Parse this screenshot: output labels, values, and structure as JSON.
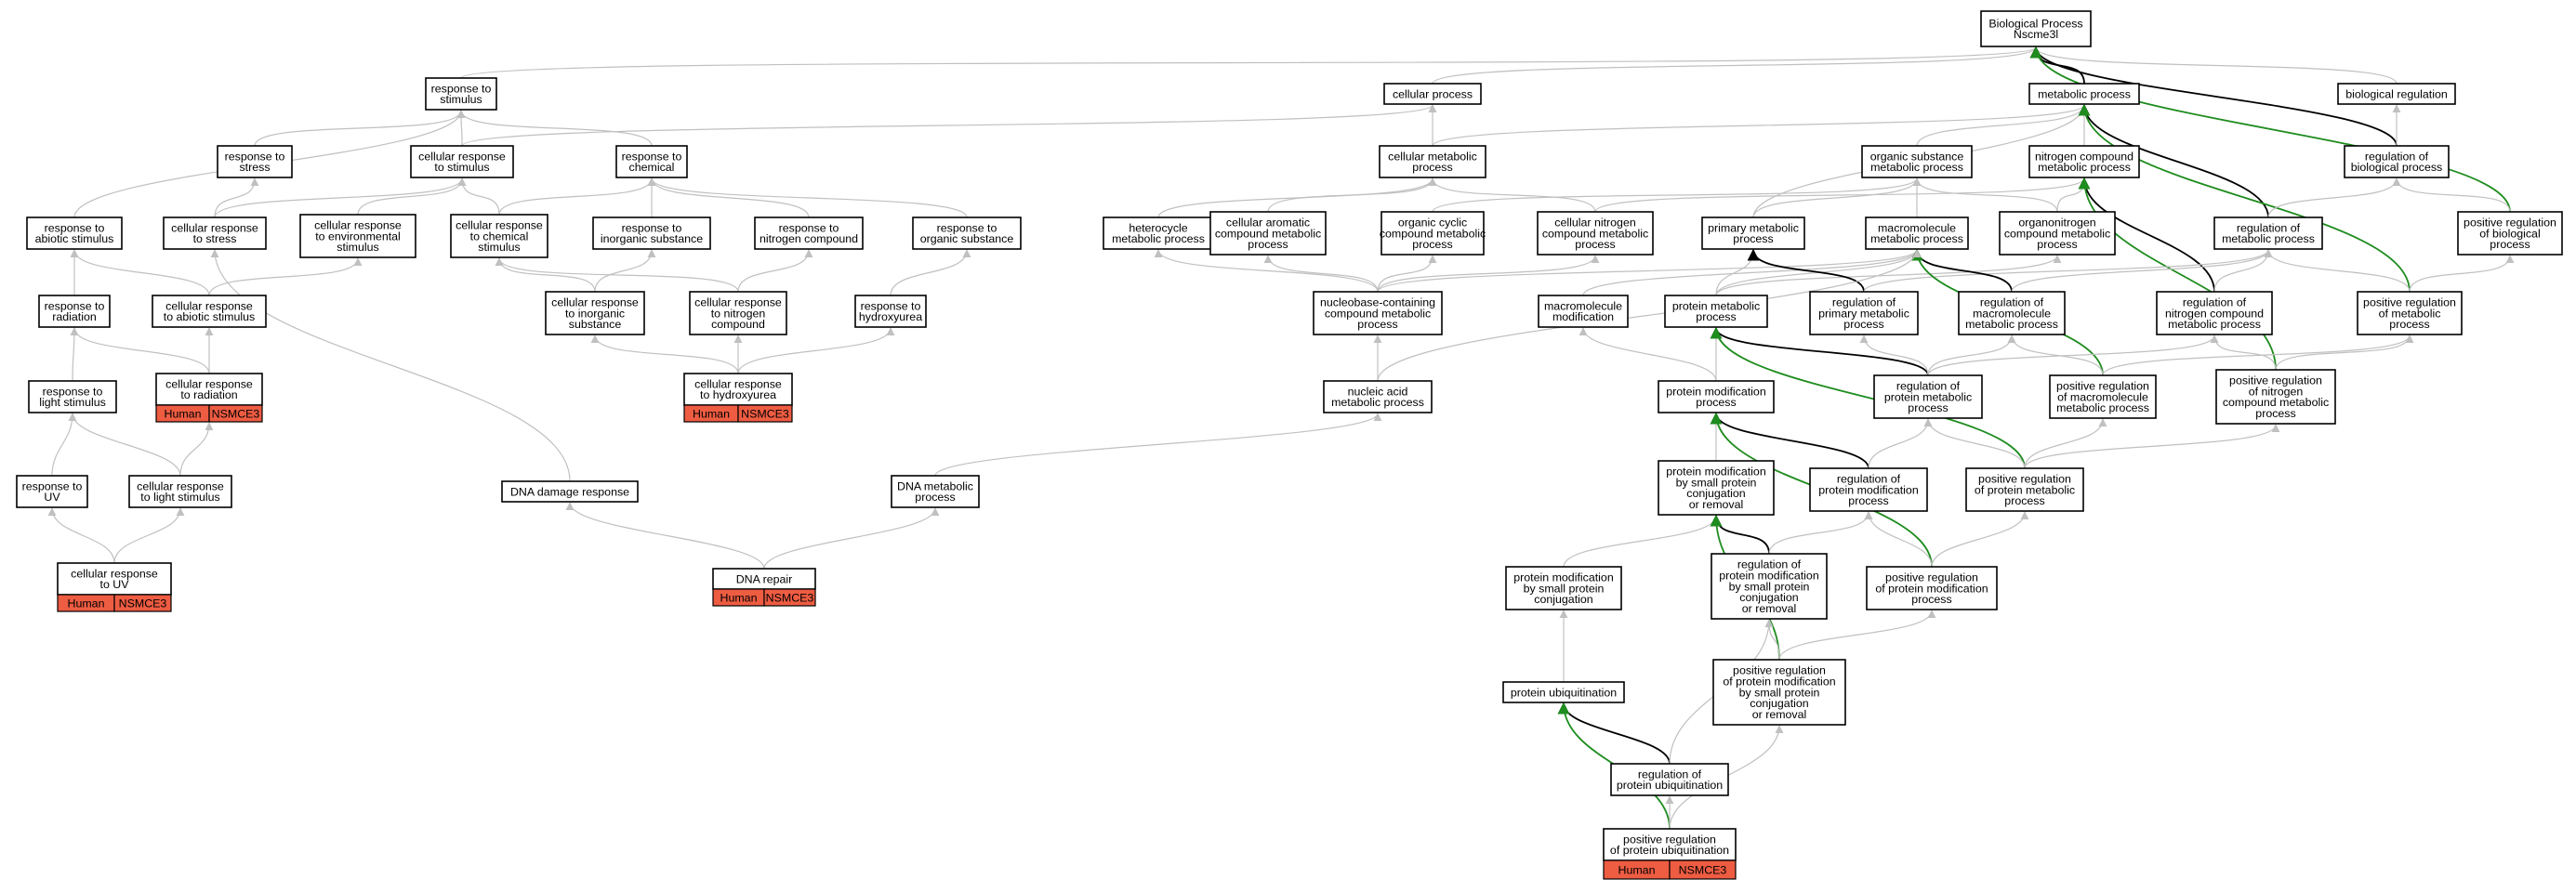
{
  "colors": {
    "edge_gray": "#c0c0c0",
    "edge_black": "#000000",
    "edge_green": "#1e8c1e",
    "badge_fill": "#ee5c42"
  },
  "nodes": [
    {
      "id": "bp",
      "lines": [
        "Biological Process",
        "Nscme3l"
      ]
    },
    {
      "id": "resp_stim",
      "lines": [
        "response to",
        "stimulus"
      ]
    },
    {
      "id": "cell_proc",
      "lines": [
        "cellular process"
      ]
    },
    {
      "id": "met_proc",
      "lines": [
        "metabolic process"
      ]
    },
    {
      "id": "bio_reg",
      "lines": [
        "biological regulation"
      ]
    },
    {
      "id": "resp_stress",
      "lines": [
        "response to",
        "stress"
      ]
    },
    {
      "id": "cell_resp_stim",
      "lines": [
        "cellular response",
        "to stimulus"
      ]
    },
    {
      "id": "resp_chem",
      "lines": [
        "response to",
        "chemical"
      ]
    },
    {
      "id": "cell_met",
      "lines": [
        "cellular metabolic",
        "process"
      ]
    },
    {
      "id": "org_sub",
      "lines": [
        "organic substance",
        "metabolic process"
      ]
    },
    {
      "id": "nitro_met",
      "lines": [
        "nitrogen compound",
        "metabolic process"
      ]
    },
    {
      "id": "reg_bio",
      "lines": [
        "regulation of",
        "biological process"
      ]
    },
    {
      "id": "resp_abiotic",
      "lines": [
        "response to",
        "abiotic stimulus"
      ]
    },
    {
      "id": "cell_resp_stress",
      "lines": [
        "cellular response",
        "to stress"
      ]
    },
    {
      "id": "cell_resp_env",
      "lines": [
        "cellular response",
        "to environmental",
        "stimulus"
      ]
    },
    {
      "id": "cell_resp_chem",
      "lines": [
        "cellular response",
        "to chemical",
        "stimulus"
      ]
    },
    {
      "id": "resp_inorg",
      "lines": [
        "response to",
        "inorganic substance"
      ]
    },
    {
      "id": "resp_nitro",
      "lines": [
        "response to",
        "nitrogen compound"
      ]
    },
    {
      "id": "resp_org",
      "lines": [
        "response to",
        "organic substance"
      ]
    },
    {
      "id": "hetero",
      "lines": [
        "heterocycle",
        "metabolic process"
      ]
    },
    {
      "id": "cell_arom",
      "lines": [
        "cellular aromatic",
        "compound metabolic",
        "process"
      ]
    },
    {
      "id": "org_cyc",
      "lines": [
        "organic cyclic",
        "compound metabolic",
        "process"
      ]
    },
    {
      "id": "cell_nitro",
      "lines": [
        "cellular nitrogen",
        "compound metabolic",
        "process"
      ]
    },
    {
      "id": "prim_met",
      "lines": [
        "primary metabolic",
        "process"
      ]
    },
    {
      "id": "macro_met",
      "lines": [
        "macromolecule",
        "metabolic process"
      ]
    },
    {
      "id": "organonit",
      "lines": [
        "organonitrogen",
        "compound metabolic",
        "process"
      ]
    },
    {
      "id": "reg_met",
      "lines": [
        "regulation of",
        "metabolic process"
      ]
    },
    {
      "id": "pos_reg_bio",
      "lines": [
        "positive regulation",
        "of biological",
        "process"
      ]
    },
    {
      "id": "resp_rad",
      "lines": [
        "response to",
        "radiation"
      ]
    },
    {
      "id": "cell_resp_abiotic",
      "lines": [
        "cellular response",
        "to abiotic stimulus"
      ]
    },
    {
      "id": "cell_resp_inorg",
      "lines": [
        "cellular response",
        "to inorganic",
        "substance"
      ]
    },
    {
      "id": "cell_resp_nitro",
      "lines": [
        "cellular response",
        "to nitrogen",
        "compound"
      ]
    },
    {
      "id": "resp_hu",
      "lines": [
        "response to",
        "hydroxyurea"
      ]
    },
    {
      "id": "nucleobase",
      "lines": [
        "nucleobase-containing",
        "compound metabolic",
        "process"
      ]
    },
    {
      "id": "macro_mod",
      "lines": [
        "macromolecule",
        "modification"
      ]
    },
    {
      "id": "prot_met",
      "lines": [
        "protein metabolic",
        "process"
      ]
    },
    {
      "id": "reg_prim",
      "lines": [
        "regulation of",
        "primary metabolic",
        "process"
      ]
    },
    {
      "id": "reg_macro",
      "lines": [
        "regulation of",
        "macromolecule",
        "metabolic process"
      ]
    },
    {
      "id": "reg_nitro",
      "lines": [
        "regulation of",
        "nitrogen compound",
        "metabolic process"
      ]
    },
    {
      "id": "pos_reg_met",
      "lines": [
        "positive regulation",
        "of metabolic",
        "process"
      ]
    },
    {
      "id": "resp_light",
      "lines": [
        "response to",
        "light stimulus"
      ]
    },
    {
      "id": "cell_resp_rad",
      "lines": [
        "cellular response",
        "to radiation"
      ],
      "badge": [
        "Human",
        "NSMCE3"
      ]
    },
    {
      "id": "cell_resp_hu",
      "lines": [
        "cellular response",
        "to hydroxyurea"
      ],
      "badge": [
        "Human",
        "NSMCE3"
      ]
    },
    {
      "id": "nucleic",
      "lines": [
        "nucleic acid",
        "metabolic process"
      ]
    },
    {
      "id": "prot_mod",
      "lines": [
        "protein modification",
        "process"
      ]
    },
    {
      "id": "reg_prot_met",
      "lines": [
        "regulation of",
        "protein metabolic",
        "process"
      ]
    },
    {
      "id": "pos_reg_macro",
      "lines": [
        "positive regulation",
        "of macromolecule",
        "metabolic process"
      ]
    },
    {
      "id": "pos_reg_nitro",
      "lines": [
        "positive regulation",
        "of nitrogen",
        "compound metabolic",
        "process"
      ]
    },
    {
      "id": "resp_uv",
      "lines": [
        "response to",
        "UV"
      ]
    },
    {
      "id": "cell_resp_light",
      "lines": [
        "cellular response",
        "to light stimulus"
      ]
    },
    {
      "id": "dna_damage",
      "lines": [
        "DNA damage response"
      ]
    },
    {
      "id": "dna_met",
      "lines": [
        "DNA metabolic",
        "process"
      ]
    },
    {
      "id": "prot_mod_small",
      "lines": [
        "protein modification",
        "by small protein",
        "conjugation",
        "or removal"
      ]
    },
    {
      "id": "reg_prot_mod",
      "lines": [
        "regulation of",
        "protein modification",
        "process"
      ]
    },
    {
      "id": "pos_reg_prot_met",
      "lines": [
        "positive regulation",
        "of protein metabolic",
        "process"
      ]
    },
    {
      "id": "cell_resp_uv",
      "lines": [
        "cellular response",
        "to UV"
      ],
      "badge": [
        "Human",
        "NSMCE3"
      ]
    },
    {
      "id": "dna_repair",
      "lines": [
        "DNA repair"
      ],
      "badge": [
        "Human",
        "NSMCE3"
      ]
    },
    {
      "id": "prot_mod_conj",
      "lines": [
        "protein modification",
        "by small protein",
        "conjugation"
      ]
    },
    {
      "id": "reg_prot_mod_small",
      "lines": [
        "regulation of",
        "protein modification",
        "by small protein",
        "conjugation",
        "or removal"
      ]
    },
    {
      "id": "pos_reg_prot_mod",
      "lines": [
        "positive regulation",
        "of protein modification",
        "process"
      ]
    },
    {
      "id": "prot_ubiq",
      "lines": [
        "protein ubiquitination"
      ]
    },
    {
      "id": "pos_reg_prot_mod_small",
      "lines": [
        "positive regulation",
        "of protein modification",
        "by small protein",
        "conjugation",
        "or removal"
      ]
    },
    {
      "id": "reg_prot_ubiq",
      "lines": [
        "regulation of",
        "protein ubiquitination"
      ]
    },
    {
      "id": "pos_reg_prot_ubiq",
      "lines": [
        "positive regulation",
        "of protein ubiquitination"
      ],
      "badge": [
        "Human",
        "NSMCE3"
      ]
    }
  ],
  "edges": [
    {
      "from": "resp_stim",
      "to": "bp",
      "kind": "gray"
    },
    {
      "from": "cell_proc",
      "to": "bp",
      "kind": "gray"
    },
    {
      "from": "met_proc",
      "to": "bp",
      "kind": "black"
    },
    {
      "from": "bio_reg",
      "to": "bp",
      "kind": "gray"
    },
    {
      "from": "reg_bio",
      "to": "bp",
      "kind": "black"
    },
    {
      "from": "pos_reg_bio",
      "to": "bp",
      "kind": "green"
    },
    {
      "from": "reg_bio",
      "to": "bio_reg",
      "kind": "gray"
    },
    {
      "from": "resp_stress",
      "to": "resp_stim",
      "kind": "gray"
    },
    {
      "from": "cell_resp_stim",
      "to": "resp_stim",
      "kind": "gray"
    },
    {
      "from": "cell_resp_stim",
      "to": "cell_proc",
      "kind": "gray"
    },
    {
      "from": "resp_chem",
      "to": "resp_stim",
      "kind": "gray"
    },
    {
      "from": "resp_abiotic",
      "to": "resp_stim",
      "kind": "gray"
    },
    {
      "from": "cell_met",
      "to": "cell_proc",
      "kind": "gray"
    },
    {
      "from": "cell_met",
      "to": "met_proc",
      "kind": "gray"
    },
    {
      "from": "org_sub",
      "to": "met_proc",
      "kind": "gray"
    },
    {
      "from": "nitro_met",
      "to": "met_proc",
      "kind": "gray"
    },
    {
      "from": "prim_met",
      "to": "met_proc",
      "kind": "gray"
    },
    {
      "from": "reg_met",
      "to": "met_proc",
      "kind": "black"
    },
    {
      "from": "pos_reg_met",
      "to": "met_proc",
      "kind": "green"
    },
    {
      "from": "reg_met",
      "to": "reg_bio",
      "kind": "gray"
    },
    {
      "from": "pos_reg_bio",
      "to": "reg_bio",
      "kind": "gray"
    },
    {
      "from": "cell_resp_stress",
      "to": "resp_stress",
      "kind": "gray"
    },
    {
      "from": "cell_resp_stress",
      "to": "cell_resp_stim",
      "kind": "gray"
    },
    {
      "from": "cell_resp_env",
      "to": "cell_resp_stim",
      "kind": "gray"
    },
    {
      "from": "cell_resp_chem",
      "to": "cell_resp_stim",
      "kind": "gray"
    },
    {
      "from": "cell_resp_chem",
      "to": "resp_chem",
      "kind": "gray"
    },
    {
      "from": "resp_inorg",
      "to": "resp_chem",
      "kind": "gray"
    },
    {
      "from": "resp_nitro",
      "to": "resp_chem",
      "kind": "gray"
    },
    {
      "from": "resp_org",
      "to": "resp_chem",
      "kind": "gray"
    },
    {
      "from": "hetero",
      "to": "cell_met",
      "kind": "gray"
    },
    {
      "from": "cell_arom",
      "to": "cell_met",
      "kind": "gray"
    },
    {
      "from": "cell_nitro",
      "to": "cell_met",
      "kind": "gray"
    },
    {
      "from": "org_cyc",
      "to": "org_sub",
      "kind": "gray"
    },
    {
      "from": "prim_met",
      "to": "org_sub",
      "kind": "gray"
    },
    {
      "from": "macro_met",
      "to": "org_sub",
      "kind": "gray"
    },
    {
      "from": "organonit",
      "to": "org_sub",
      "kind": "gray"
    },
    {
      "from": "cell_nitro",
      "to": "nitro_met",
      "kind": "gray"
    },
    {
      "from": "organonit",
      "to": "nitro_met",
      "kind": "gray"
    },
    {
      "from": "reg_nitro",
      "to": "nitro_met",
      "kind": "black"
    },
    {
      "from": "pos_reg_nitro",
      "to": "nitro_met",
      "kind": "green"
    },
    {
      "from": "pos_reg_met",
      "to": "reg_met",
      "kind": "gray"
    },
    {
      "from": "pos_reg_met",
      "to": "pos_reg_bio",
      "kind": "gray"
    },
    {
      "from": "resp_rad",
      "to": "resp_abiotic",
      "kind": "gray"
    },
    {
      "from": "cell_resp_abiotic",
      "to": "resp_abiotic",
      "kind": "gray"
    },
    {
      "from": "cell_resp_abiotic",
      "to": "cell_resp_env",
      "kind": "gray"
    },
    {
      "from": "cell_resp_inorg",
      "to": "cell_resp_chem",
      "kind": "gray"
    },
    {
      "from": "cell_resp_inorg",
      "to": "resp_inorg",
      "kind": "gray"
    },
    {
      "from": "cell_resp_nitro",
      "to": "cell_resp_chem",
      "kind": "gray"
    },
    {
      "from": "cell_resp_nitro",
      "to": "resp_nitro",
      "kind": "gray"
    },
    {
      "from": "resp_hu",
      "to": "resp_org",
      "kind": "gray"
    },
    {
      "from": "nucleobase",
      "to": "hetero",
      "kind": "gray"
    },
    {
      "from": "nucleobase",
      "to": "cell_arom",
      "kind": "gray"
    },
    {
      "from": "nucleobase",
      "to": "org_cyc",
      "kind": "gray"
    },
    {
      "from": "nucleobase",
      "to": "cell_nitro",
      "kind": "gray"
    },
    {
      "from": "nucleobase",
      "to": "macro_met",
      "kind": "gray"
    },
    {
      "from": "macro_mod",
      "to": "macro_met",
      "kind": "gray"
    },
    {
      "from": "prot_met",
      "to": "prim_met",
      "kind": "gray"
    },
    {
      "from": "prot_met",
      "to": "macro_met",
      "kind": "gray"
    },
    {
      "from": "prot_met",
      "to": "organonit",
      "kind": "gray"
    },
    {
      "from": "reg_prim",
      "to": "prim_met",
      "kind": "black"
    },
    {
      "from": "reg_prim",
      "to": "reg_met",
      "kind": "gray"
    },
    {
      "from": "reg_macro",
      "to": "macro_met",
      "kind": "black"
    },
    {
      "from": "reg_macro",
      "to": "reg_met",
      "kind": "gray"
    },
    {
      "from": "pos_reg_macro",
      "to": "macro_met",
      "kind": "green"
    },
    {
      "from": "reg_nitro",
      "to": "reg_met",
      "kind": "gray"
    },
    {
      "from": "pos_reg_nitro",
      "to": "pos_reg_met",
      "kind": "gray"
    },
    {
      "from": "resp_light",
      "to": "resp_rad",
      "kind": "gray"
    },
    {
      "from": "cell_resp_rad",
      "to": "resp_rad",
      "kind": "gray"
    },
    {
      "from": "cell_resp_rad",
      "to": "cell_resp_abiotic",
      "kind": "gray"
    },
    {
      "from": "cell_resp_hu",
      "to": "cell_resp_inorg",
      "kind": "gray"
    },
    {
      "from": "cell_resp_hu",
      "to": "cell_resp_nitro",
      "kind": "gray"
    },
    {
      "from": "cell_resp_hu",
      "to": "resp_hu",
      "kind": "gray"
    },
    {
      "from": "nucleic",
      "to": "nucleobase",
      "kind": "gray"
    },
    {
      "from": "nucleic",
      "to": "macro_met",
      "kind": "gray"
    },
    {
      "from": "prot_mod",
      "to": "macro_mod",
      "kind": "gray"
    },
    {
      "from": "prot_mod",
      "to": "prot_met",
      "kind": "gray"
    },
    {
      "from": "reg_prot_met",
      "to": "prot_met",
      "kind": "black"
    },
    {
      "from": "reg_prot_met",
      "to": "reg_prim",
      "kind": "gray"
    },
    {
      "from": "reg_prot_met",
      "to": "reg_macro",
      "kind": "gray"
    },
    {
      "from": "reg_prot_met",
      "to": "reg_nitro",
      "kind": "gray"
    },
    {
      "from": "pos_reg_macro",
      "to": "reg_macro",
      "kind": "gray"
    },
    {
      "from": "pos_reg_macro",
      "to": "pos_reg_met",
      "kind": "gray"
    },
    {
      "from": "pos_reg_nitro",
      "to": "reg_nitro",
      "kind": "gray"
    },
    {
      "from": "resp_uv",
      "to": "resp_light",
      "kind": "gray"
    },
    {
      "from": "cell_resp_light",
      "to": "resp_light",
      "kind": "gray"
    },
    {
      "from": "cell_resp_light",
      "to": "cell_resp_rad",
      "kind": "gray"
    },
    {
      "from": "dna_damage",
      "to": "cell_resp_stress",
      "kind": "gray"
    },
    {
      "from": "dna_met",
      "to": "nucleic",
      "kind": "gray"
    },
    {
      "from": "prot_mod_small",
      "to": "prot_mod",
      "kind": "gray"
    },
    {
      "from": "reg_prot_mod",
      "to": "prot_mod",
      "kind": "black"
    },
    {
      "from": "reg_prot_mod",
      "to": "reg_prot_met",
      "kind": "gray"
    },
    {
      "from": "pos_reg_prot_met",
      "to": "prot_met",
      "kind": "green"
    },
    {
      "from": "pos_reg_prot_met",
      "to": "reg_prot_met",
      "kind": "gray"
    },
    {
      "from": "pos_reg_prot_met",
      "to": "pos_reg_macro",
      "kind": "gray"
    },
    {
      "from": "pos_reg_prot_met",
      "to": "pos_reg_nitro",
      "kind": "gray"
    },
    {
      "from": "cell_resp_uv",
      "to": "resp_uv",
      "kind": "gray"
    },
    {
      "from": "cell_resp_uv",
      "to": "cell_resp_light",
      "kind": "gray"
    },
    {
      "from": "dna_repair",
      "to": "dna_damage",
      "kind": "gray"
    },
    {
      "from": "dna_repair",
      "to": "dna_met",
      "kind": "gray"
    },
    {
      "from": "prot_mod_conj",
      "to": "prot_mod_small",
      "kind": "gray"
    },
    {
      "from": "reg_prot_mod_small",
      "to": "prot_mod_small",
      "kind": "black"
    },
    {
      "from": "reg_prot_mod_small",
      "to": "reg_prot_mod",
      "kind": "gray"
    },
    {
      "from": "pos_reg_prot_mod",
      "to": "prot_mod",
      "kind": "green"
    },
    {
      "from": "pos_reg_prot_mod",
      "to": "reg_prot_mod",
      "kind": "gray"
    },
    {
      "from": "pos_reg_prot_mod",
      "to": "pos_reg_prot_met",
      "kind": "gray"
    },
    {
      "from": "prot_ubiq",
      "to": "prot_mod_conj",
      "kind": "gray"
    },
    {
      "from": "pos_reg_prot_mod_small",
      "to": "prot_mod_small",
      "kind": "green"
    },
    {
      "from": "pos_reg_prot_mod_small",
      "to": "reg_prot_mod_small",
      "kind": "gray"
    },
    {
      "from": "pos_reg_prot_mod_small",
      "to": "pos_reg_prot_mod",
      "kind": "gray"
    },
    {
      "from": "reg_prot_ubiq",
      "to": "prot_ubiq",
      "kind": "black"
    },
    {
      "from": "reg_prot_ubiq",
      "to": "reg_prot_mod_small",
      "kind": "gray"
    },
    {
      "from": "pos_reg_prot_ubiq",
      "to": "prot_ubiq",
      "kind": "green"
    },
    {
      "from": "pos_reg_prot_ubiq",
      "to": "reg_prot_ubiq",
      "kind": "gray"
    },
    {
      "from": "pos_reg_prot_ubiq",
      "to": "pos_reg_prot_mod_small",
      "kind": "gray"
    }
  ]
}
